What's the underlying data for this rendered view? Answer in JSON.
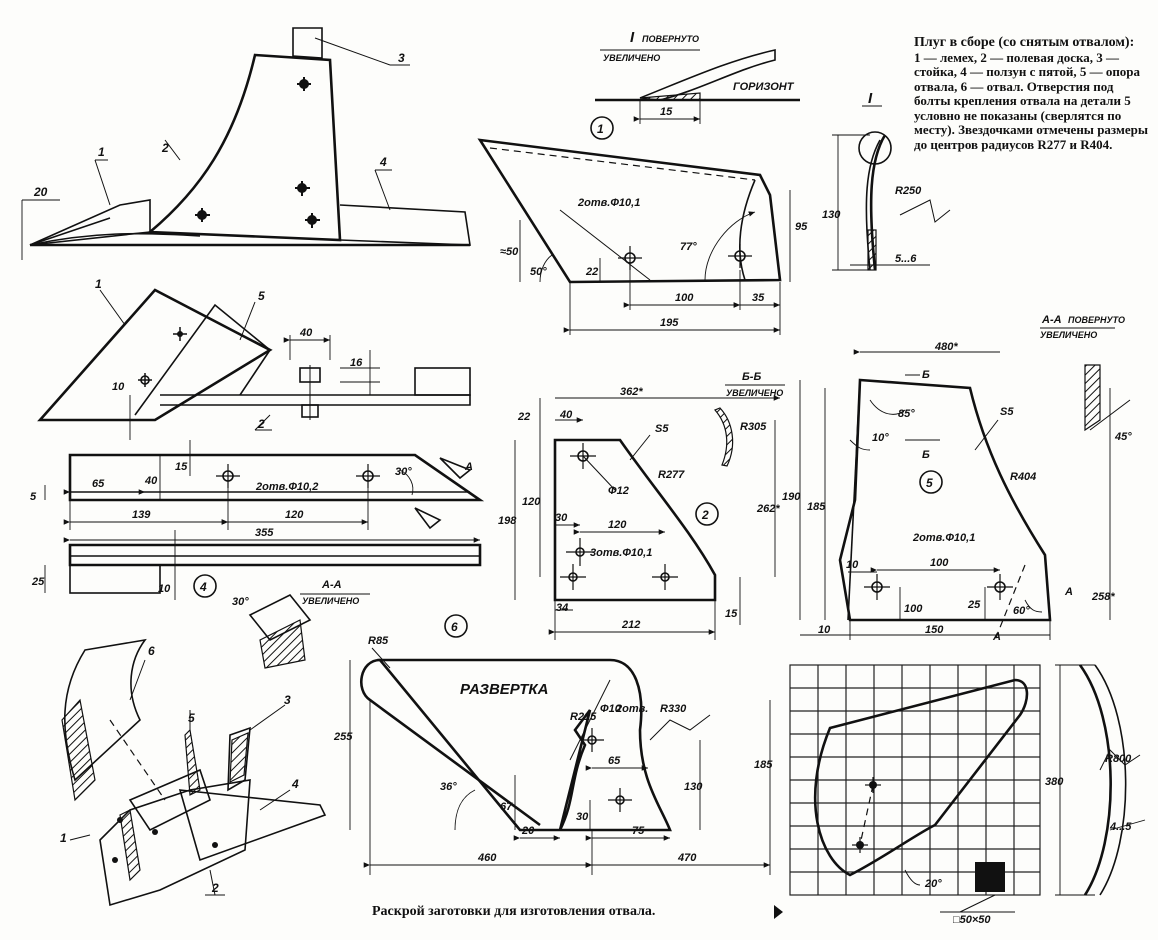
{
  "legend": {
    "title": "Плуг в сборе (со снятым отвалом):",
    "body": "1 — лемех, 2 — полевая доска, 3 — стойка, 4 — ползун с пятой, 5 — опора отвала, 6 — отвал. Отверстия под болты крепления отвала на детали 5 условно не показаны (сверлятся по месту). Звездочками отмечены размеры до центров радиусов R277 и R404."
  },
  "caption": "Раскрой заготовки для изготовления отвала.",
  "callouts": {
    "c1": "1",
    "c2": "2",
    "c3": "3",
    "c4": "4",
    "c5": "5",
    "c6": "6",
    "p1": "1",
    "p2": "2",
    "p3": "3",
    "p4": "4",
    "p5": "5",
    "p6": "6",
    "e1": "1",
    "e2": "2",
    "e5": "5",
    "e1b": "1"
  },
  "view_assembly": {
    "dim_20": "20"
  },
  "detail_I": {
    "label": "I",
    "note1": "ПОВЕРНУТО",
    "note2": "УВЕЛИЧЕНО",
    "horizon": "ГОРИЗОНТ",
    "dim_15": "15"
  },
  "part1": {
    "num": "1",
    "holes": "2отв.Ф10,1",
    "d77": "77°",
    "d95": "95",
    "d50": "≈50",
    "d50a": "50°",
    "d22": "22",
    "d100": "100",
    "d35": "35",
    "d195": "195",
    "d130": "130",
    "r250": "R250",
    "d56": "5...6",
    "ilabel": "I"
  },
  "part1_plan": {
    "d40": "40",
    "d16": "16",
    "d10": "10"
  },
  "part4": {
    "num": "4",
    "d65": "65",
    "d15": "15",
    "d40": "40",
    "d5": "5",
    "holes": "2отв.Ф10,2",
    "d30": "30°",
    "aa": "А",
    "d139": "139",
    "d120": "120",
    "d355": "355",
    "d25": "25",
    "d10": "10",
    "sec_label": "А-А",
    "sec_note": "УВЕЛИЧЕНО",
    "sec_angle": "30°"
  },
  "part2": {
    "num": "2",
    "d362": "362*",
    "bb_label": "Б-Б",
    "bb_note": "УВЕЛИЧЕНО",
    "r305": "R305",
    "s5": "S5",
    "r277": "R277",
    "d22": "22",
    "d40": "40",
    "f12": "Ф12",
    "d120": "120",
    "d198": "198",
    "d262": "262*",
    "d30": "30",
    "d120b": "120",
    "holes": "3отв.Ф10,1",
    "d34": "34",
    "d212": "212",
    "d15": "15"
  },
  "part5": {
    "num": "5",
    "aa_label": "А-А",
    "aa_note1": "ПОВЕРНУТО",
    "aa_note2": "УВЕЛИЧЕНО",
    "d480": "480*",
    "b": "Б",
    "d85": "85°",
    "d10a": "10°",
    "s5": "S5",
    "r404": "R404",
    "d190": "190",
    "d185": "185",
    "holes": "2отв.Ф10,1",
    "d258": "258*",
    "d10": "10",
    "d100": "100",
    "d100b": "100",
    "d25": "25",
    "d60": "60°",
    "d10b": "10",
    "d150": "150",
    "a": "А",
    "d45": "45°"
  },
  "part6": {
    "num": "6",
    "r85": "R85",
    "title": "РАЗВЕРТКА",
    "d255": "255",
    "r215": "R215",
    "f10": "Ф10",
    "holes": "2отв.",
    "r330": "R330",
    "d36": "36°",
    "d67": "67",
    "d65": "65",
    "d130": "130",
    "d185": "185",
    "d30": "30",
    "d20": "20",
    "d75": "75",
    "d460": "460",
    "d470": "470"
  },
  "cutting": {
    "d20": "20°",
    "grid": "□50×50",
    "d380": "380",
    "r800": "R800",
    "d45": "4...5"
  }
}
